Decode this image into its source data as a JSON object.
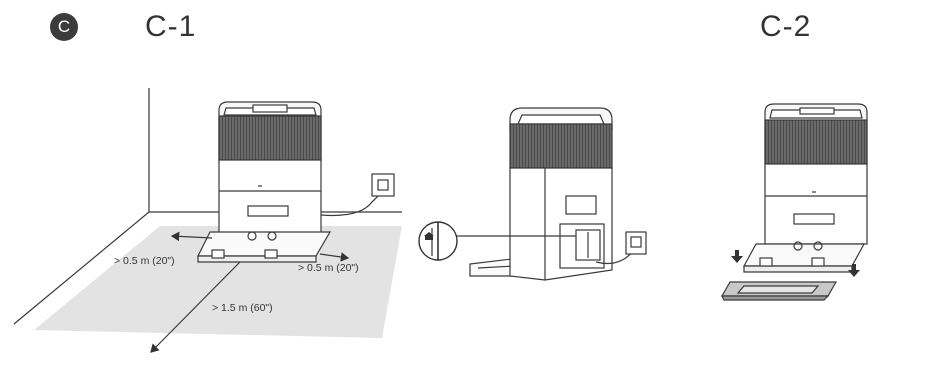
{
  "section": {
    "badge": "C"
  },
  "steps": [
    {
      "label": "C-1"
    },
    {
      "label": "C-2"
    }
  ],
  "dimensions": {
    "left_clearance": "> 0.5 m (20\")",
    "right_clearance": "> 0.5 m (20\")",
    "front_clearance": "> 1.5 m (60\")"
  },
  "icons": [
    "power-outlet-icon",
    "power-plug-icon",
    "down-arrow-icon"
  ],
  "colors": {
    "floor_area": "#e3e3e3",
    "filter_band": "#5a5a5a",
    "line": "#3a3a3a"
  }
}
